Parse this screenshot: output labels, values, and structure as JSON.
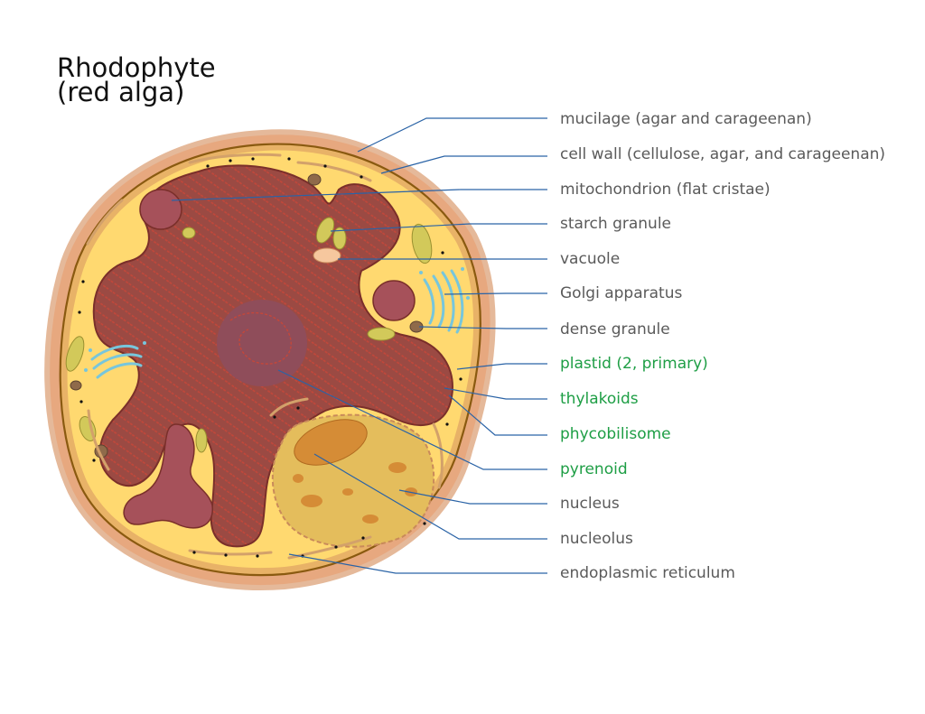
{
  "title": {
    "line1": "Rhodophyte",
    "line2": "(red alga)"
  },
  "colors": {
    "label_gray": "#5a5a5a",
    "label_green": "#1e9e45",
    "leader": "#2a63a6",
    "mucilage": "#e7a87f",
    "cytoplasm": "#ffd970",
    "plastid": "#9b4a43",
    "thylakoid": "#c4473a",
    "pyrenoid": "#8f4d5a",
    "nucleus": "#e4bd5c",
    "nucleolus": "#d58c36",
    "golgi": "#77c6dc",
    "starch": "#d2c95a"
  },
  "labels": [
    {
      "id": "mucilage",
      "text": "mucilage (agar and carageenan)",
      "color": "gray"
    },
    {
      "id": "cell-wall",
      "text": "cell wall (cellulose, agar, and carageenan)",
      "color": "gray"
    },
    {
      "id": "mitochondrion",
      "text": "mitochondrion (flat cristae)",
      "color": "gray"
    },
    {
      "id": "starch-granule",
      "text": "starch granule",
      "color": "gray"
    },
    {
      "id": "vacuole",
      "text": "vacuole",
      "color": "gray"
    },
    {
      "id": "golgi-apparatus",
      "text": "Golgi apparatus",
      "color": "gray"
    },
    {
      "id": "dense-granule",
      "text": "dense granule",
      "color": "gray"
    },
    {
      "id": "plastid",
      "text": "plastid (2, primary)",
      "color": "green"
    },
    {
      "id": "thylakoids",
      "text": "thylakoids",
      "color": "green"
    },
    {
      "id": "phycobilisome",
      "text": "phycobilisome",
      "color": "green"
    },
    {
      "id": "pyrenoid",
      "text": "pyrenoid",
      "color": "green"
    },
    {
      "id": "nucleus",
      "text": "nucleus",
      "color": "gray"
    },
    {
      "id": "nucleolus",
      "text": "nucleolus",
      "color": "gray"
    },
    {
      "id": "endoplasmic-reticulum",
      "text": "endoplasmic reticulum",
      "color": "gray"
    }
  ]
}
